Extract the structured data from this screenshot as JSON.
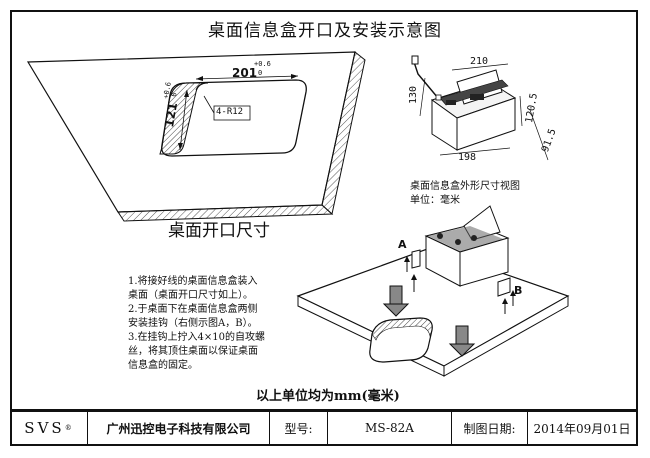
{
  "title": "桌面信息盒开口及安装示意图",
  "cutout": {
    "label": "桌面开口尺寸",
    "width": "201",
    "width_tol_top": "+0.6",
    "width_tol_bottom": "0",
    "height": "121",
    "height_tol_top": "+0.6",
    "height_tol_bottom": "0",
    "radius": "4-R12"
  },
  "box_dims": {
    "top": "210",
    "bottom": "198",
    "left": "130",
    "right_upper": "120.5",
    "right_lower": "91.5"
  },
  "box_caption": [
    "桌面信息盒外形尺寸视图",
    "单位：毫米"
  ],
  "install_labels": {
    "a": "A",
    "b": "B"
  },
  "notes": [
    "1.将接好线的桌面信息盒装入",
    "桌面（桌面开口尺寸如上）。",
    "2.于桌面下在桌面信息盒两侧",
    "安装挂钩（右侧示图A，B）。",
    "3.在挂钩上拧入4×10的自攻螺",
    "丝，将其顶住桌面以保证桌面",
    "信息盒的固定。"
  ],
  "units_note": "以上单位均为mm(毫米)",
  "footer": {
    "brand": "SVS",
    "brand_mark": "®",
    "company": "广州迅控电子科技有限公司",
    "model_label": "型号:",
    "model_value": "MS-82A",
    "date_label": "制图日期:",
    "date_value": "2014年09月01日"
  }
}
